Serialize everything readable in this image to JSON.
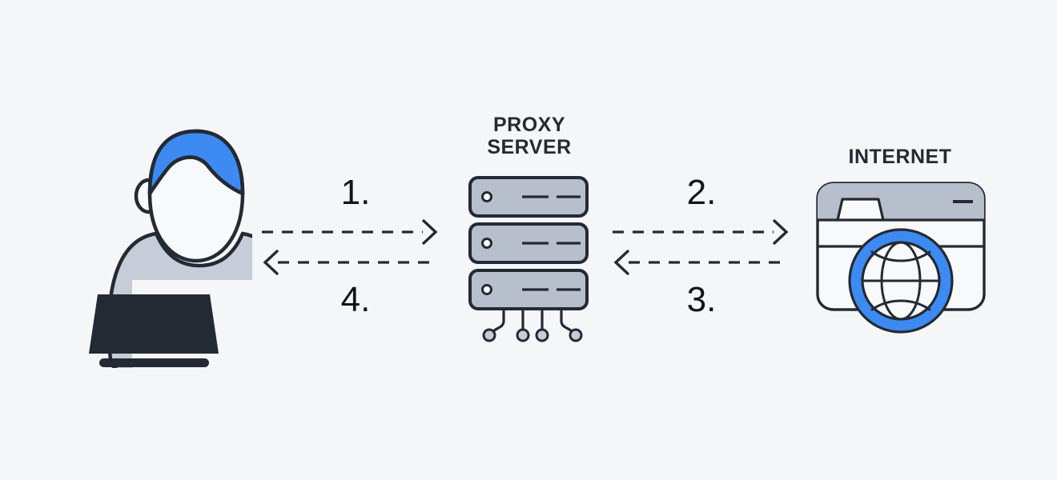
{
  "diagram": {
    "title_visible": false,
    "background_color": "#f4f6f8",
    "ink_color": "#242a33",
    "accent_blue": "#3d8bf2",
    "gray_fill": "#c6cdd8",
    "rack_fill": "#b7bfcd",
    "nodes": [
      {
        "id": "user",
        "label": "",
        "icon": "person-with-laptop-icon"
      },
      {
        "id": "proxy-server",
        "label": "PROXY\nSERVER",
        "icon": "server-rack-icon"
      },
      {
        "id": "internet",
        "label": "INTERNET",
        "icon": "browser-globe-icon"
      }
    ],
    "steps": [
      {
        "number": "1.",
        "direction": "right",
        "from": "user",
        "to": "proxy-server"
      },
      {
        "number": "2.",
        "direction": "right",
        "from": "proxy-server",
        "to": "internet"
      },
      {
        "number": "3.",
        "direction": "left",
        "from": "internet",
        "to": "proxy-server"
      },
      {
        "number": "4.",
        "direction": "left",
        "from": "proxy-server",
        "to": "user"
      }
    ],
    "server_units": [
      {
        "indicator": "status-led",
        "lines": 2
      },
      {
        "indicator": "status-led",
        "lines": 2
      },
      {
        "indicator": "status-led",
        "lines": 2
      }
    ],
    "cable_count": 4
  }
}
